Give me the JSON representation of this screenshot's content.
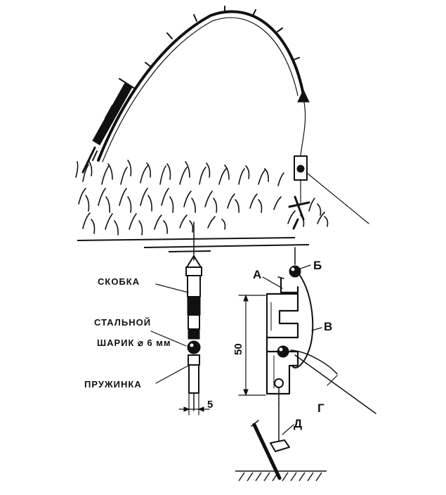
{
  "labels": {
    "skobka": "СКОБКА",
    "stalnoy": "СТАЛЬНОЙ",
    "sharik": "ШАРИК ⌀ 6 мм",
    "pruzhinka": "ПРУЖИНКА",
    "dim_width": "5",
    "dim_height": "50",
    "letter_a": "А",
    "letter_b": "Б",
    "letter_v": "В",
    "letter_g": "Г",
    "letter_d": "Д"
  }
}
